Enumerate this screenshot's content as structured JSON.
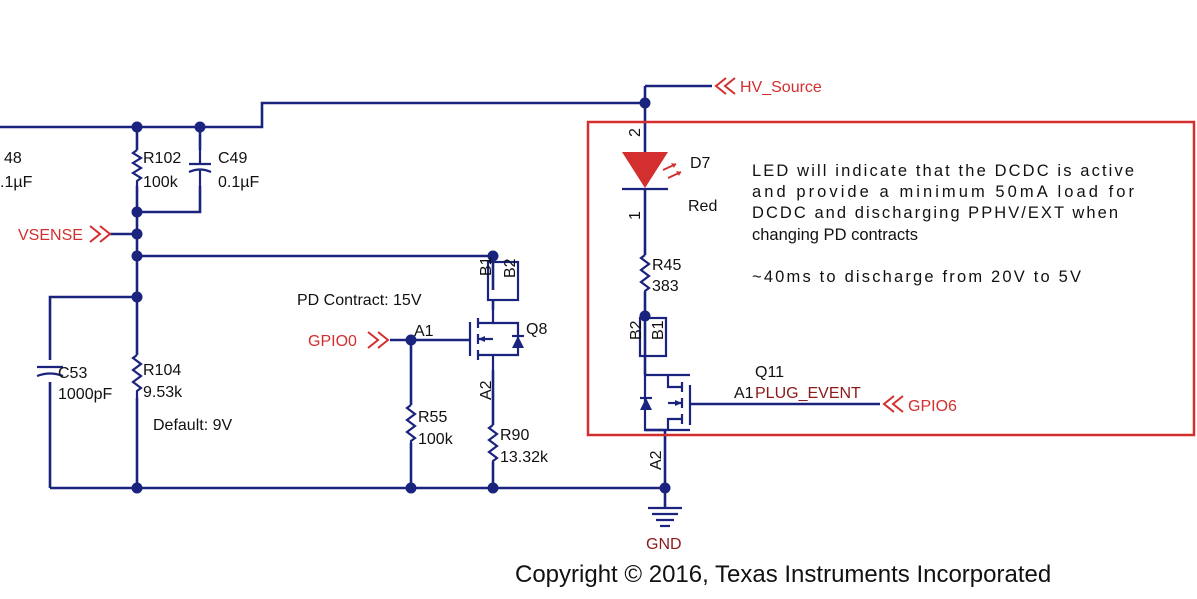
{
  "schematic": {
    "nets": {
      "hv_source": "HV_Source",
      "vsense": "VSENSE",
      "gpio0": "GPIO0",
      "gpio6": "GPIO6",
      "plug_event": "PLUG_EVENT",
      "gnd": "GND"
    },
    "components": {
      "c48_ref": "48",
      "c48_val": ".1µF",
      "r102_ref": "R102",
      "r102_val": "100k",
      "c49_ref": "C49",
      "c49_val": "0.1µF",
      "c53_ref": "C53",
      "c53_val": "1000pF",
      "r104_ref": "R104",
      "r104_val": "9.53k",
      "r55_ref": "R55",
      "r55_val": "100k",
      "r90_ref": "R90",
      "r90_val": "13.32k",
      "q8_ref": "Q8",
      "d7_ref": "D7",
      "d7_val": "Red",
      "r45_ref": "R45",
      "r45_val": "383",
      "q11_ref": "Q11"
    },
    "pins": {
      "a1": "A1",
      "a2": "A2",
      "b1": "B1",
      "b2": "B2",
      "p1": "1",
      "p2": "2"
    },
    "notes": {
      "pd_contract": "PD Contract: 15V",
      "default": "Default: 9V",
      "led_line1": "LED will indicate that the DCDC is active",
      "led_line2": "and provide a minimum 50mA load for",
      "led_line3": "DCDC and discharging PPHV/EXT when",
      "led_line4": "changing PD contracts",
      "discharge": "~40ms to discharge from 20V to 5V"
    },
    "copyright": "Copyright © 2016, Texas Instruments Incorporated",
    "colors": {
      "wire": "#1a237e",
      "net_label": "#d32f2f",
      "highlight_box": "#d32f2f",
      "gnd_label": "#8b1a1a"
    }
  }
}
